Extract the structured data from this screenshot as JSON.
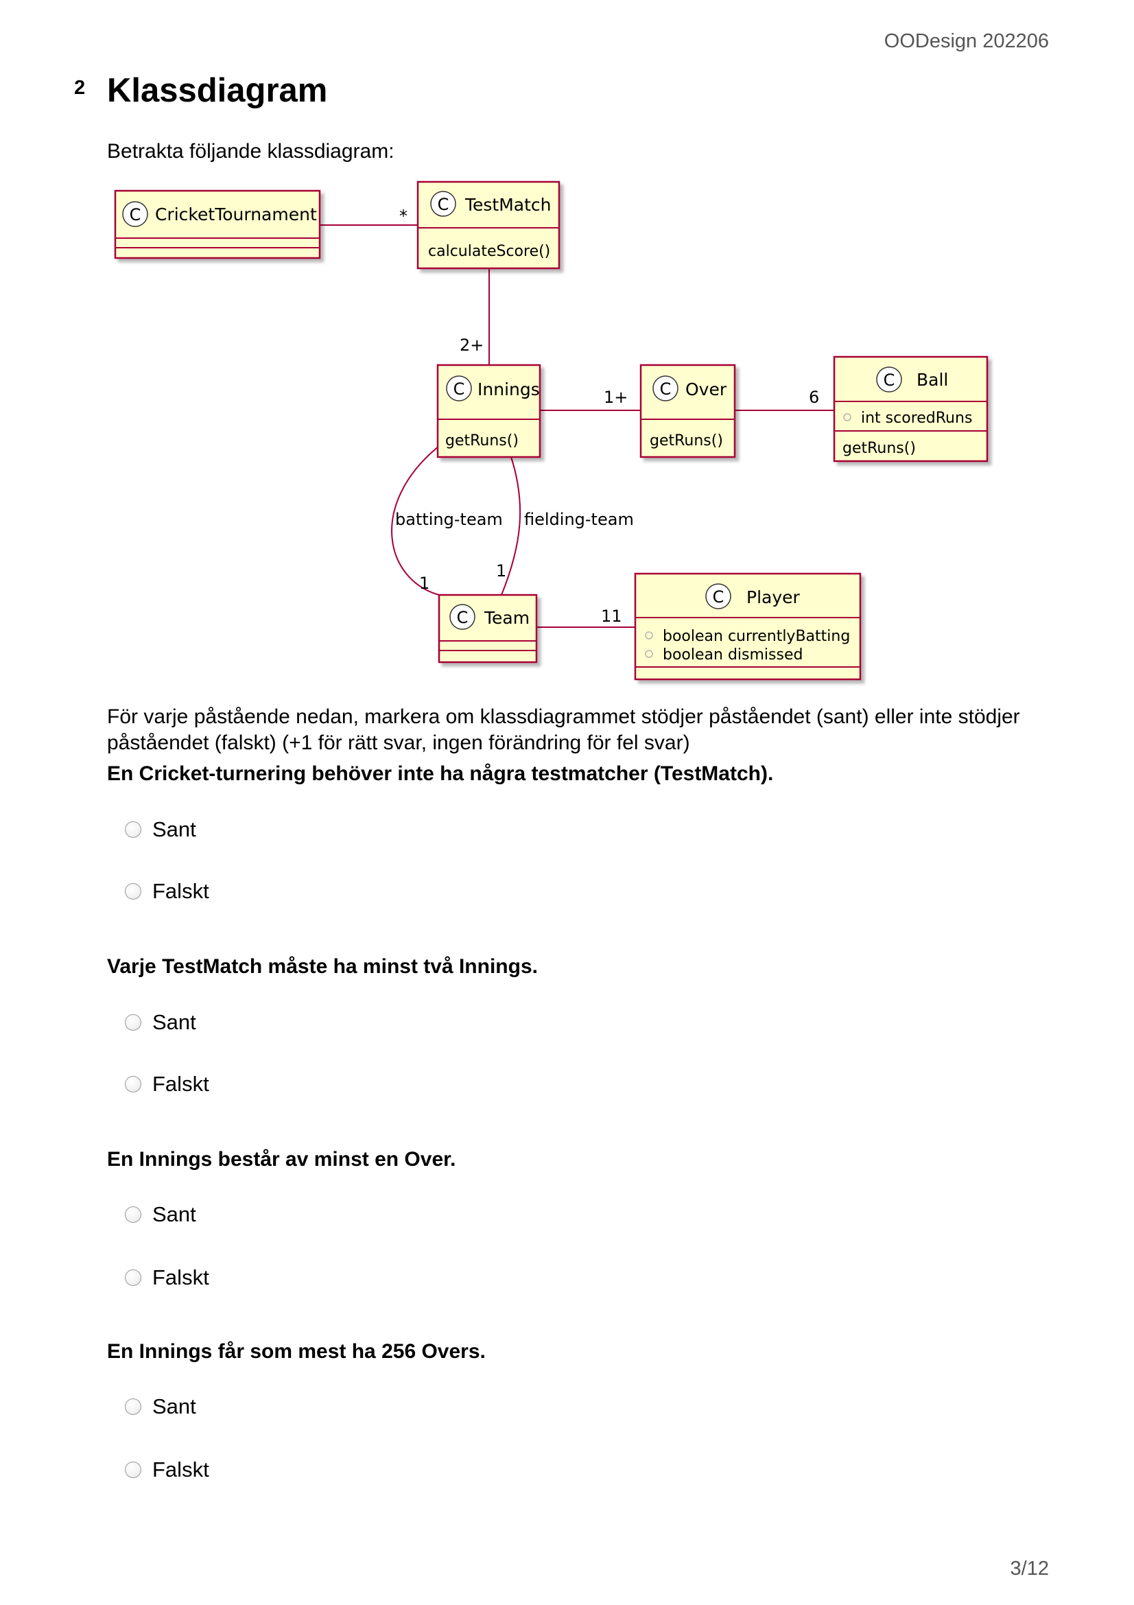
{
  "header": {
    "course": "OODesign 202206"
  },
  "footer": {
    "page": "3/12"
  },
  "question": {
    "number": "2",
    "title": "Klassdiagram",
    "intro": "Betrakta följande klassdiagram:",
    "instructions": "För varje påstående nedan, markera om klassdiagrammet stödjer påståendet (sant) eller inte stödjer påståendet (falskt) (+1 för rätt svar, ingen förändring för fel svar)"
  },
  "diagram": {
    "class_icon": "C",
    "classes": {
      "cricket_tournament": {
        "name": "CricketTournament"
      },
      "test_match": {
        "name": "TestMatch",
        "method": "calculateScore()"
      },
      "innings": {
        "name": "Innings",
        "method": "getRuns()"
      },
      "over": {
        "name": "Over",
        "method": "getRuns()"
      },
      "ball": {
        "name": "Ball",
        "attribute": "int scoredRuns",
        "method": "getRuns()"
      },
      "team": {
        "name": "Team"
      },
      "player": {
        "name": "Player",
        "attributes": [
          "boolean currentlyBatting",
          "boolean dismissed"
        ]
      }
    },
    "multiplicities": {
      "tournament_testmatch": "*",
      "testmatch_innings": "2+",
      "innings_over": "1+",
      "over_ball": "6",
      "batting_team": "1",
      "fielding_team": "1",
      "team_player": "11"
    },
    "roles": {
      "batting": "batting-team",
      "fielding": "fielding-team"
    },
    "colors": {
      "class_fill": "#fefece",
      "class_border": "#a80036",
      "edge": "#a80036",
      "icon_circle": "#ffffff"
    }
  },
  "statements": [
    {
      "text": "En Cricket-turnering behöver inte ha några testmatcher (TestMatch).",
      "options": [
        "Sant",
        "Falskt"
      ]
    },
    {
      "text": "Varje TestMatch måste ha minst två Innings.",
      "options": [
        "Sant",
        "Falskt"
      ]
    },
    {
      "text": "En Innings består av minst en Over.",
      "options": [
        "Sant",
        "Falskt"
      ]
    },
    {
      "text": "En Innings får som mest ha 256 Overs.",
      "options": [
        "Sant",
        "Falskt"
      ]
    }
  ]
}
